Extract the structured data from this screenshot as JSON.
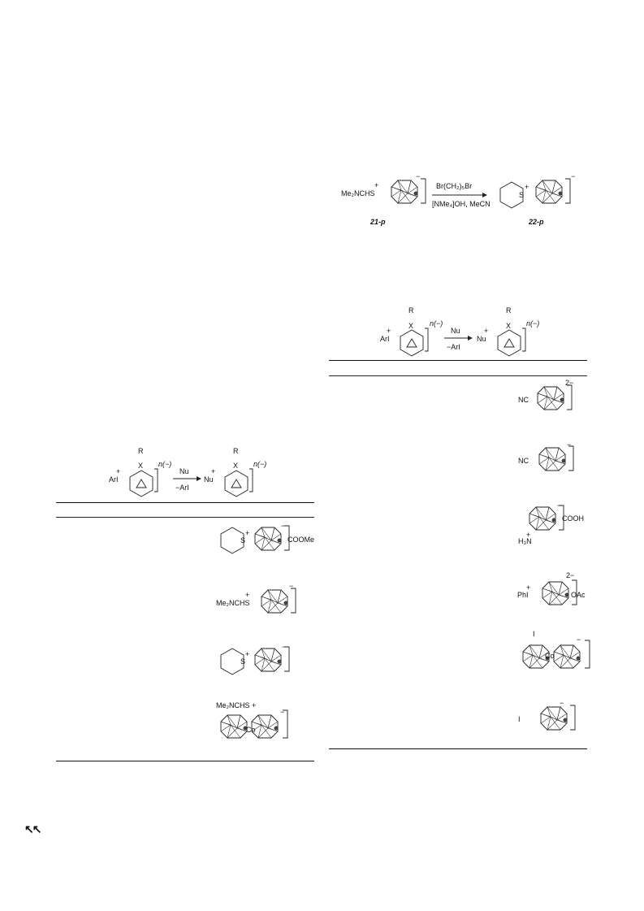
{
  "scheme_top": {
    "reactant_label": "Me₂NCHS",
    "plus": "+",
    "minus": "−",
    "reagent_above": "Br(CH₂)₅Br",
    "reagent_below": "[NMe₄]OH, MeCN",
    "product_label": "S",
    "compound_left": "21-p",
    "compound_right": "22-p"
  },
  "general_scheme": {
    "R": "R",
    "X": "X",
    "charge": "n(−)",
    "ArI": "ArI",
    "plus": "+",
    "Nu": "Nu",
    "minus_ArI": "−ArI",
    "Nu_product": "Nu"
  },
  "left_table": {
    "rows": [
      {
        "group": "COOMe",
        "sulfur": "S",
        "plus": "+",
        "charge": "−"
      },
      {
        "group": "Me₂NCHS",
        "plus": "+",
        "charge": "−"
      },
      {
        "sulfur": "S",
        "plus": "+",
        "charge": "−"
      },
      {
        "group": "Me₂NCHS +",
        "metal": "Co",
        "charge": "−"
      }
    ]
  },
  "right_table": {
    "rows": [
      {
        "group": "NC",
        "charge": "2−"
      },
      {
        "group": "NC",
        "charge": "−"
      },
      {
        "group": "COOH",
        "amine": "H₃N",
        "plus": "+",
        "charge": "−"
      },
      {
        "group": "PhI",
        "sub": "OAc",
        "plus": "+",
        "charge": "2−"
      },
      {
        "group": "I",
        "metal": "Co",
        "charge": "−"
      },
      {
        "group": "I",
        "charge": "−"
      }
    ]
  },
  "footer": {
    "back_icon": "↖↖"
  }
}
